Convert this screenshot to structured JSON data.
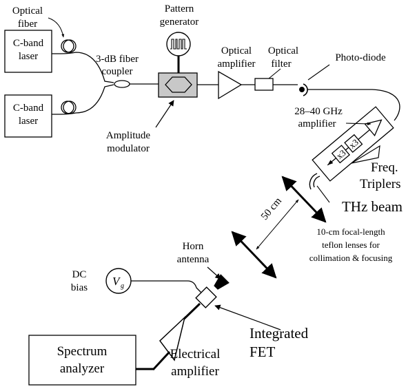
{
  "labels": {
    "optical_fiber": [
      "Optical",
      "fiber"
    ],
    "laser_top": [
      "C-band",
      "laser"
    ],
    "laser_bottom": [
      "C-band",
      "laser"
    ],
    "coupler": [
      "3-dB fiber",
      "coupler"
    ],
    "pattern_generator": [
      "Pattern",
      "generator"
    ],
    "amplitude_modulator": [
      "Amplitude",
      "modulator"
    ],
    "optical_amplifier": [
      "Optical",
      "amplifier"
    ],
    "optical_filter": [
      "Optical",
      "filter"
    ],
    "photodiode": "Photo-diode",
    "ghz_amplifier": [
      "28–40 GHz",
      "amplifier"
    ],
    "tripler_glyph": "x3",
    "freq_triplers": [
      "Freq.",
      "Triplers"
    ],
    "distance": "50 cm",
    "thz_beam": "THz beam",
    "lenses": [
      "10-cm focal-length",
      "teflon lenses for",
      "collimation & focusing"
    ],
    "horn_antenna": [
      "Horn",
      "antenna"
    ],
    "dc_bias": [
      "DC",
      "bias"
    ],
    "vg_main": "V",
    "vg_sub": "g",
    "integrated_fet": [
      "Integrated",
      "FET"
    ],
    "electrical_amplifier": [
      "Electrical",
      "amplifier"
    ],
    "spectrum_analyzer": [
      "Spectrum",
      "analyzer"
    ]
  }
}
